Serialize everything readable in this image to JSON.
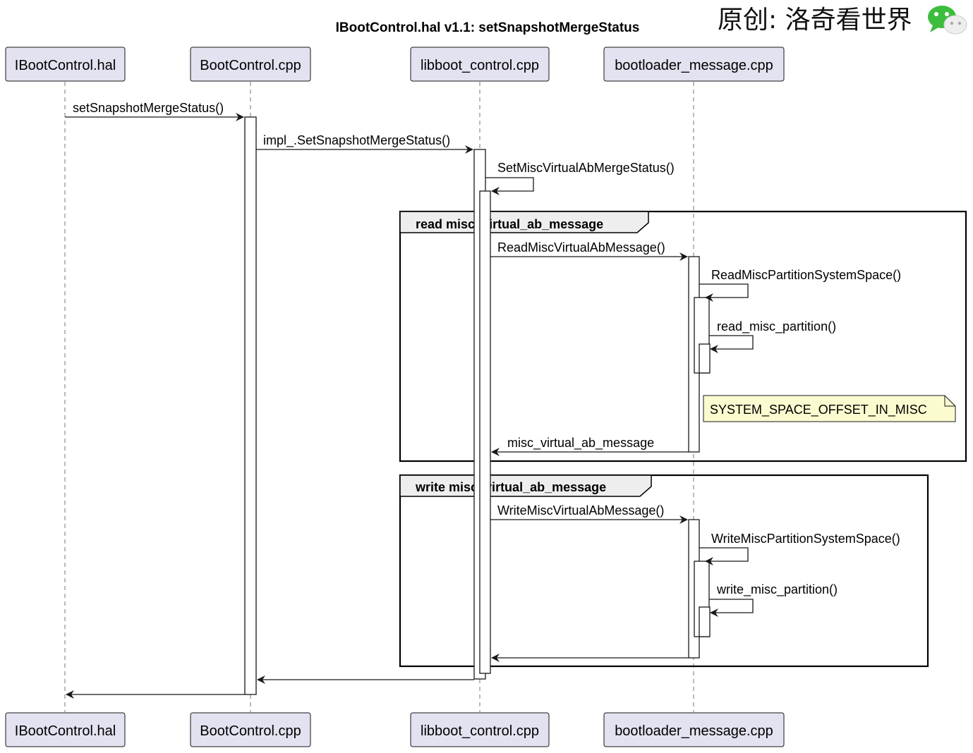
{
  "title": "IBootControl.hal v1.1: setSnapshotMergeStatus",
  "watermark": {
    "text": "原创: 洛奇看世界",
    "icon": "wechat-icon"
  },
  "participants": [
    {
      "id": "hal",
      "label": "IBootControl.hal"
    },
    {
      "id": "bc",
      "label": "BootControl.cpp"
    },
    {
      "id": "lib",
      "label": "libboot_control.cpp"
    },
    {
      "id": "bm",
      "label": "bootloader_message.cpp"
    }
  ],
  "messages": [
    {
      "from": "hal",
      "to": "bc",
      "label": "setSnapshotMergeStatus()"
    },
    {
      "from": "bc",
      "to": "lib",
      "label": "impl_.SetSnapshotMergeStatus()"
    },
    {
      "from": "lib",
      "to": "lib",
      "label": "SetMiscVirtualAbMergeStatus()"
    },
    {
      "from": "lib",
      "to": "bm",
      "label": "ReadMiscVirtualAbMessage()"
    },
    {
      "from": "bm",
      "to": "bm",
      "label": "ReadMiscPartitionSystemSpace()"
    },
    {
      "from": "bm",
      "to": "bm",
      "label": "read_misc_partition()"
    },
    {
      "from": "bm",
      "to": "lib",
      "label": "misc_virtual_ab_message",
      "return": true
    },
    {
      "from": "lib",
      "to": "bm",
      "label": "WriteMiscVirtualAbMessage()"
    },
    {
      "from": "bm",
      "to": "bm",
      "label": "WriteMiscPartitionSystemSpace()"
    },
    {
      "from": "bm",
      "to": "bm",
      "label": "write_misc_partition()"
    },
    {
      "from": "bm",
      "to": "lib",
      "label": "",
      "return": true
    },
    {
      "from": "lib",
      "to": "bc",
      "label": "",
      "return": true
    },
    {
      "from": "bc",
      "to": "hal",
      "label": "",
      "return": true
    }
  ],
  "frames": [
    {
      "label": "read misc_virtual_ab_message"
    },
    {
      "label": "write misc_virtual_ab_message"
    }
  ],
  "note": {
    "text": "SYSTEM_SPACE_OFFSET_IN_MISC"
  }
}
